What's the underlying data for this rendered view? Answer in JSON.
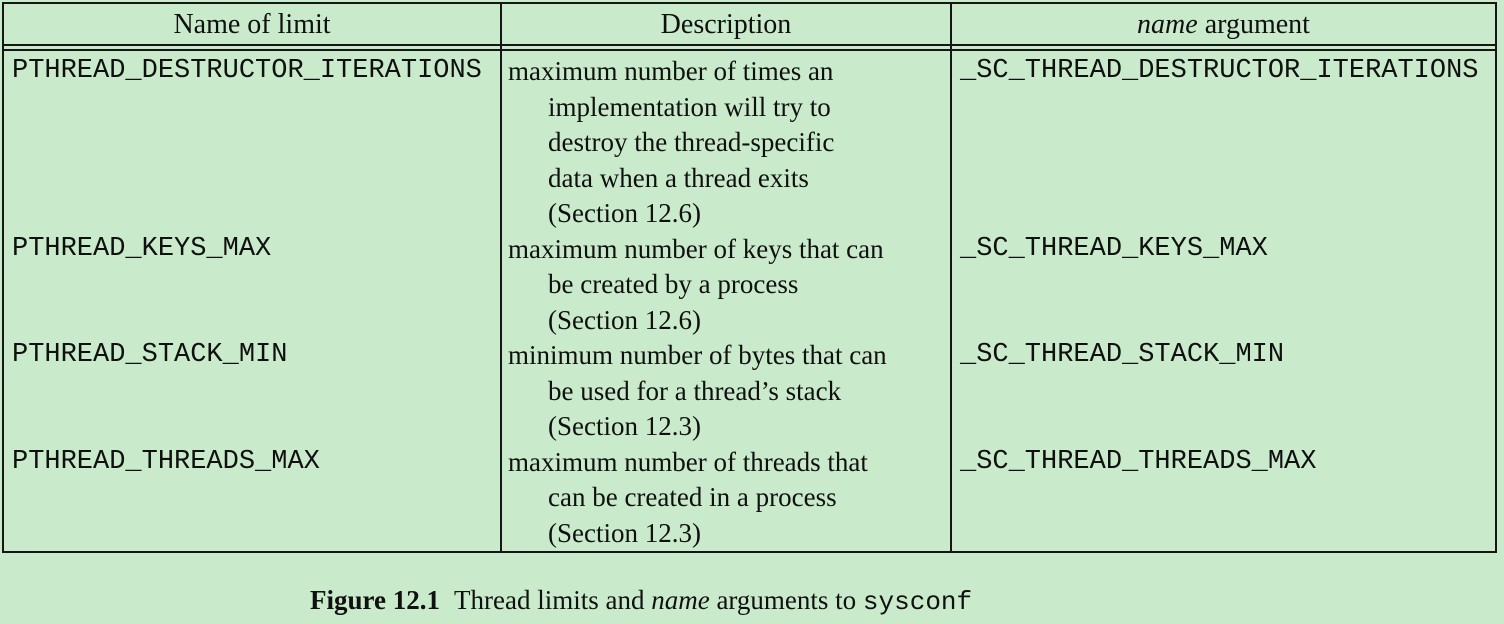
{
  "colors": {
    "page_background": "#c9ebcb",
    "rule": "#161616",
    "text": "#101010"
  },
  "table": {
    "headers": {
      "col1": "Name of limit",
      "col2": "Description",
      "col3_italic": "name",
      "col3_rest": " argument"
    },
    "rows": [
      {
        "limit": "PTHREAD_DESTRUCTOR_ITERATIONS",
        "desc_lines": [
          "maximum number of times an",
          "implementation will try to",
          "destroy the thread-specific",
          "data when a thread exits",
          "(Section 12.6)"
        ],
        "name_arg": "_SC_THREAD_DESTRUCTOR_ITERATIONS"
      },
      {
        "limit": "PTHREAD_KEYS_MAX",
        "desc_lines": [
          "maximum number of keys that can",
          "be created by a process",
          "(Section 12.6)"
        ],
        "name_arg": "_SC_THREAD_KEYS_MAX"
      },
      {
        "limit": "PTHREAD_STACK_MIN",
        "desc_lines": [
          "minimum number of bytes that can",
          "be used for a thread’s stack",
          "(Section 12.3)"
        ],
        "name_arg": "_SC_THREAD_STACK_MIN"
      },
      {
        "limit": "PTHREAD_THREADS_MAX",
        "desc_lines": [
          "maximum number of threads that",
          "can be created in a process",
          "(Section 12.3)"
        ],
        "name_arg": "_SC_THREAD_THREADS_MAX"
      }
    ]
  },
  "caption": {
    "figure_label": "Figure 12.1",
    "text_before": "Thread limits and ",
    "name_italic": "name",
    "text_after": " arguments to ",
    "code": "sysconf"
  }
}
